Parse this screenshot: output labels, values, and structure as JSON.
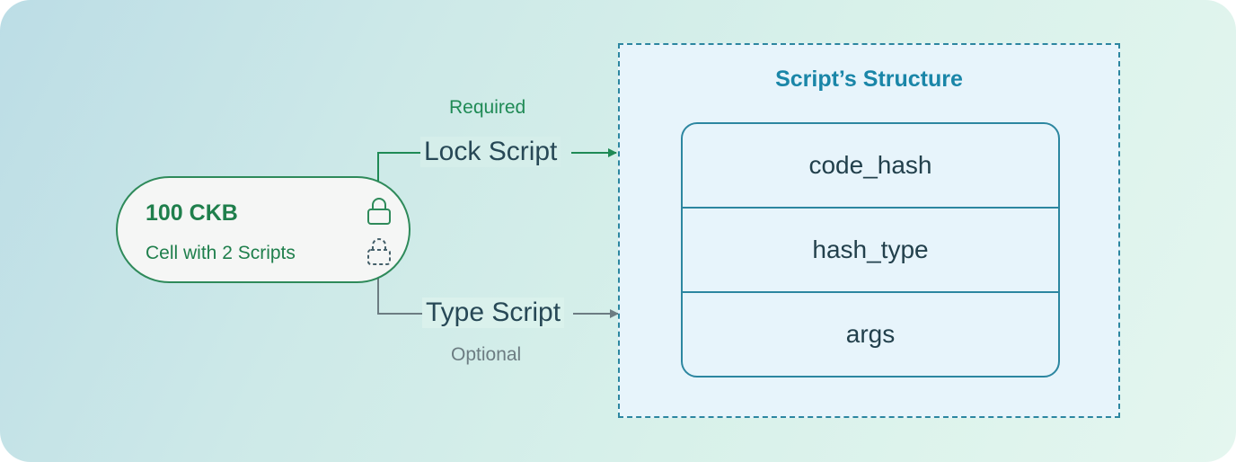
{
  "cell": {
    "amount": "100 CKB",
    "subtitle": "Cell with 2 Scripts",
    "lock_icon": "lock-icon",
    "type_icon": "dashed-lock-icon"
  },
  "lock_script": {
    "label": "Lock Script",
    "qualifier": "Required",
    "color": "#1f8a55"
  },
  "type_script": {
    "label": "Type Script",
    "qualifier": "Optional",
    "color": "#6c7c82"
  },
  "structure": {
    "title": "Script’s Structure",
    "fields": [
      "code_hash",
      "hash_type",
      "args"
    ],
    "color": "#2c86a0"
  }
}
